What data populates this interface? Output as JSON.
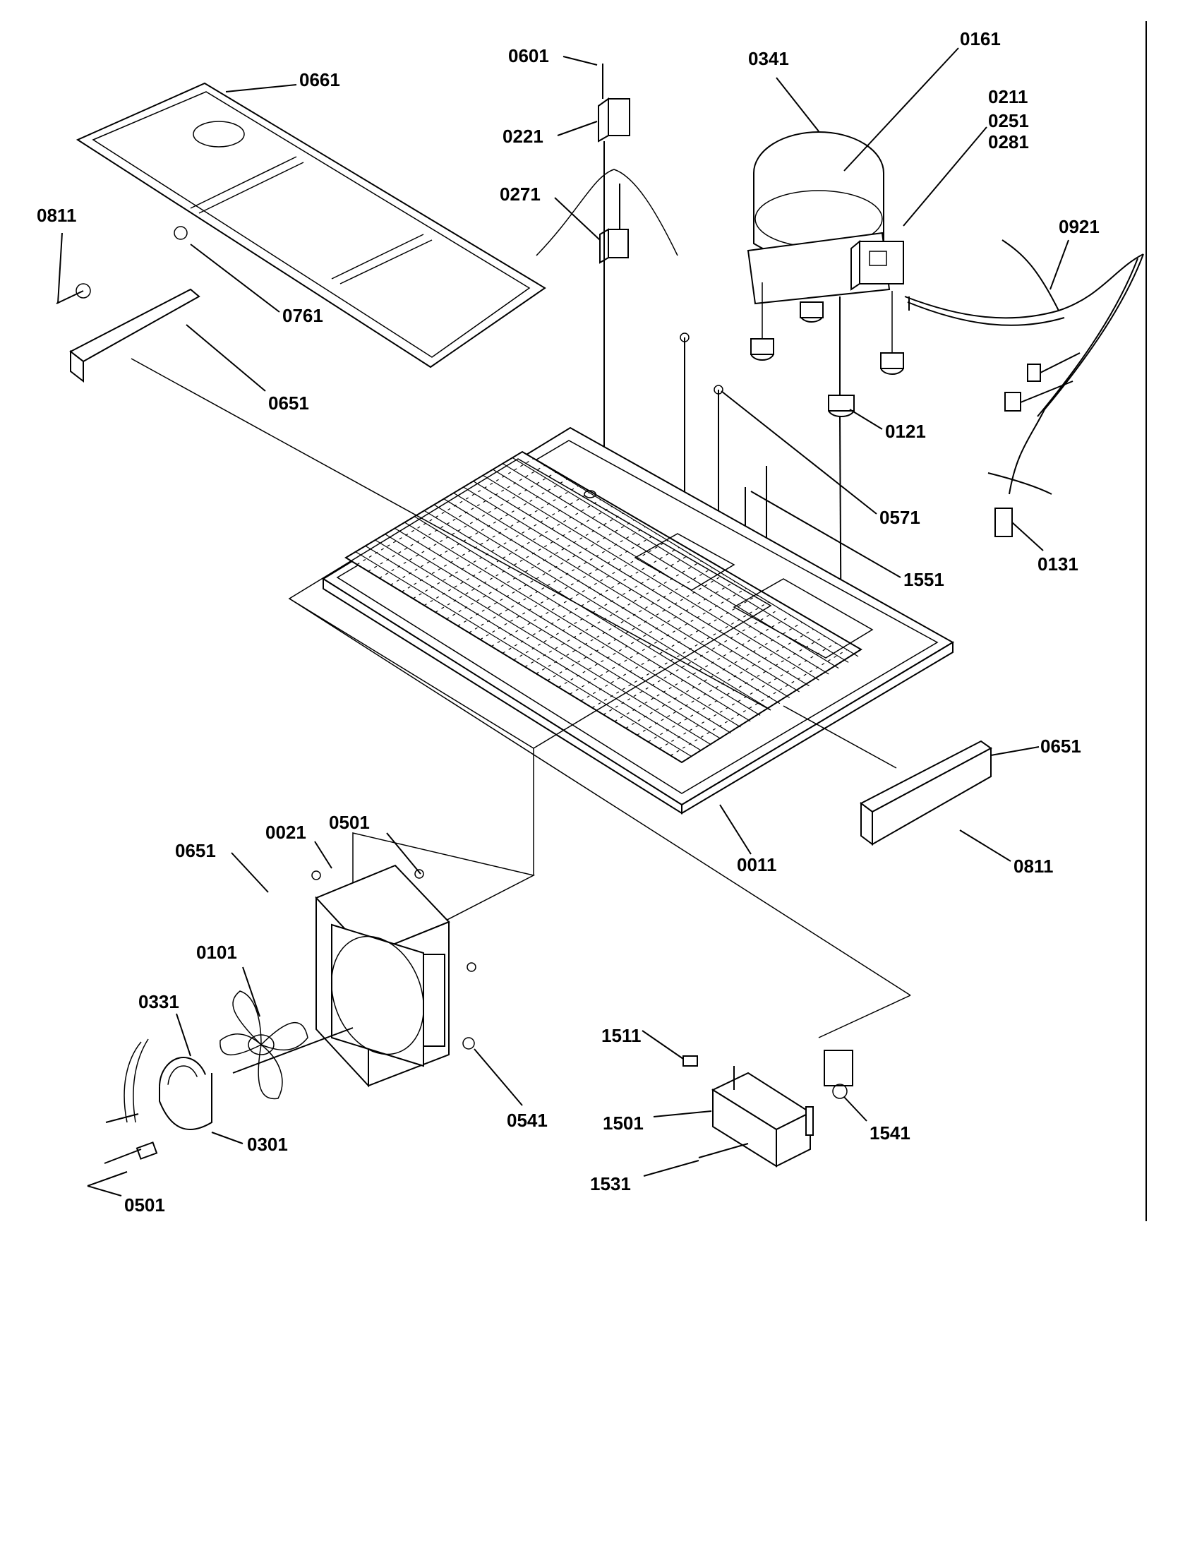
{
  "diagram": {
    "callouts": [
      {
        "id": "c0601a",
        "text": "0601"
      },
      {
        "id": "c0161",
        "text": "0161"
      },
      {
        "id": "c0341",
        "text": "0341"
      },
      {
        "id": "c0211",
        "text": "0211"
      },
      {
        "id": "c0251",
        "text": "0251"
      },
      {
        "id": "c0281",
        "text": "0281"
      },
      {
        "id": "c0661",
        "text": "0661"
      },
      {
        "id": "c0221",
        "text": "0221"
      },
      {
        "id": "c0271",
        "text": "0271"
      },
      {
        "id": "c0921",
        "text": "0921"
      },
      {
        "id": "c0811a",
        "text": "0811"
      },
      {
        "id": "c0761",
        "text": "0761"
      },
      {
        "id": "c0651a",
        "text": "0651"
      },
      {
        "id": "c0121",
        "text": "0121"
      },
      {
        "id": "c0571",
        "text": "0571"
      },
      {
        "id": "c0131",
        "text": "0131"
      },
      {
        "id": "c1551",
        "text": "1551"
      },
      {
        "id": "c0651b",
        "text": "0651"
      },
      {
        "id": "c0811b",
        "text": "0811"
      },
      {
        "id": "c0011",
        "text": "0011"
      },
      {
        "id": "c0651c",
        "text": "0651"
      },
      {
        "id": "c0021",
        "text": "0021"
      },
      {
        "id": "c0501a",
        "text": "0501"
      },
      {
        "id": "c0101",
        "text": "0101"
      },
      {
        "id": "c0331",
        "text": "0331"
      },
      {
        "id": "c0541",
        "text": "0541"
      },
      {
        "id": "c1511",
        "text": "1511"
      },
      {
        "id": "c1501",
        "text": "1501"
      },
      {
        "id": "c1541",
        "text": "1541"
      },
      {
        "id": "c0301",
        "text": "0301"
      },
      {
        "id": "c1531",
        "text": "1531"
      },
      {
        "id": "c0501b",
        "text": "0501"
      }
    ]
  }
}
